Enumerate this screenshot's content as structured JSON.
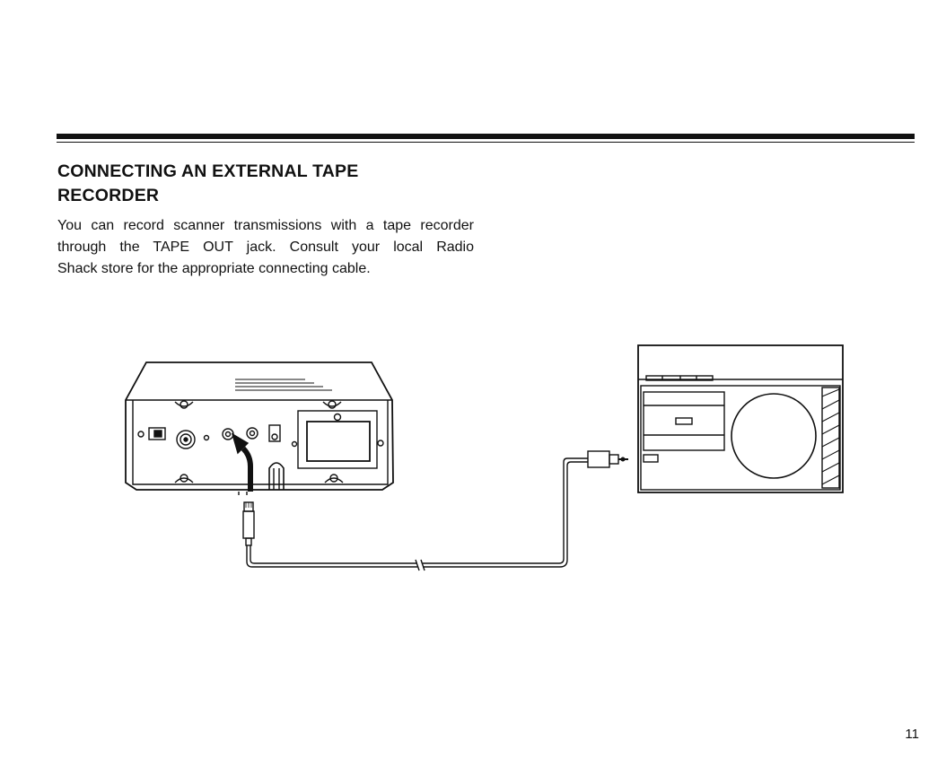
{
  "section": {
    "title_lines": [
      "CONNECTING AN EXTERNAL TAPE",
      "RECORDER"
    ],
    "body_lines": [
      "You can record scanner transmissions with a tape recorder",
      "through the TAPE OUT jack. Consult your local Radio",
      "Shack store for the appropriate connecting cable."
    ]
  },
  "figure": {
    "left_device_icon": "scanner-rear-panel-icon",
    "right_device_icon": "portable-tape-recorder-icon",
    "cable_icon": "connecting-cable-icon",
    "arrow_icon": "arrow-up-left-icon"
  },
  "footer": {
    "page_number": "11"
  }
}
